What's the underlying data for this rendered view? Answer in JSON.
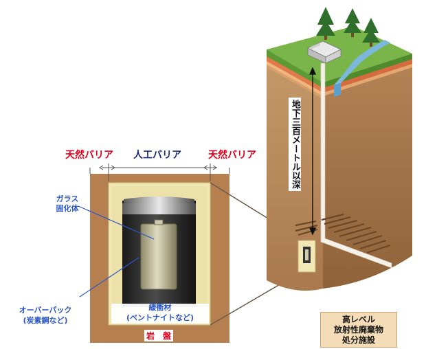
{
  "labels": {
    "natural_barrier_left": "天然バリア",
    "engineered_barrier": "人工バリア",
    "natural_barrier_right": "天然バリア",
    "vitrified_waste_line1": "ガラス",
    "vitrified_waste_line2": "固化体",
    "overpack_line1": "オーバーパック",
    "overpack_line2": "(炭素鋼など)",
    "buffer_line1": "緩衝材",
    "buffer_line2": "(ベントナイトなど)",
    "bedrock": "岩　盤",
    "depth": "地下三百メートル以深",
    "facility_line1": "高レベル",
    "facility_line2": "放射性廃棄物",
    "facility_line3": "処分施設"
  },
  "colors": {
    "barrier_red": "#e4001b",
    "heading_navy": "#1c2a7a",
    "label_blue": "#2b57c8",
    "bedrock_brown": "#b57f50",
    "buffer_cream": "#efe6b2",
    "overpack_dark": "#2c2c2c",
    "canister_khaki": "#c4bf9a",
    "grass_green": "#7ab54a",
    "river_blue": "#7bb8dc",
    "facility_box": "#f3dcb6"
  }
}
